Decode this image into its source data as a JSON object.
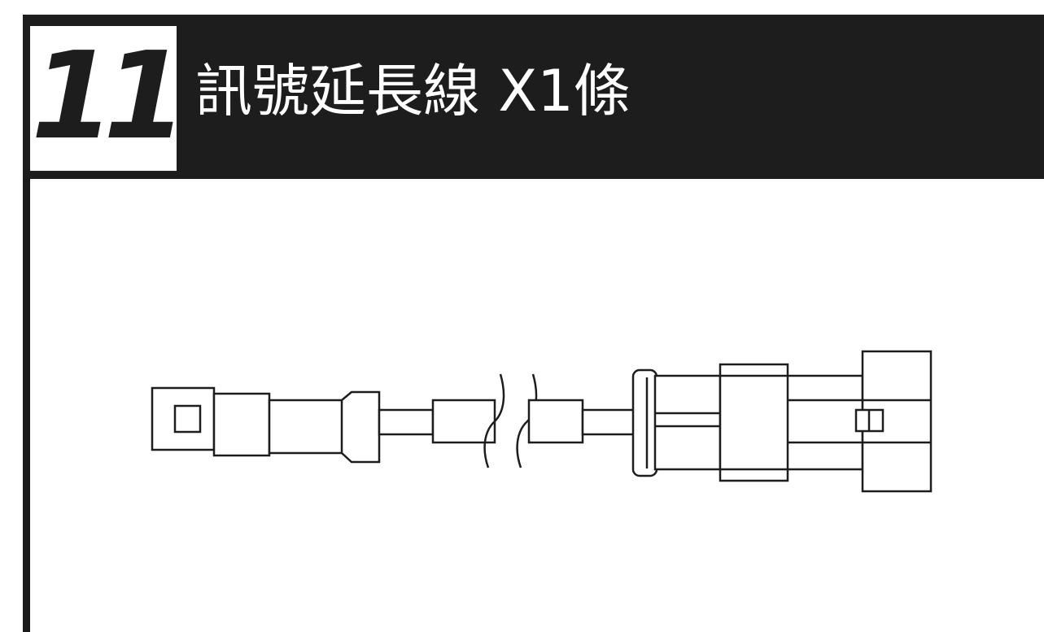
{
  "header": {
    "number": "11",
    "title": "訊號延長線 X1條"
  },
  "diagram": {
    "subject": "signal-extension-cable",
    "line_color": "#1d1d1d"
  }
}
